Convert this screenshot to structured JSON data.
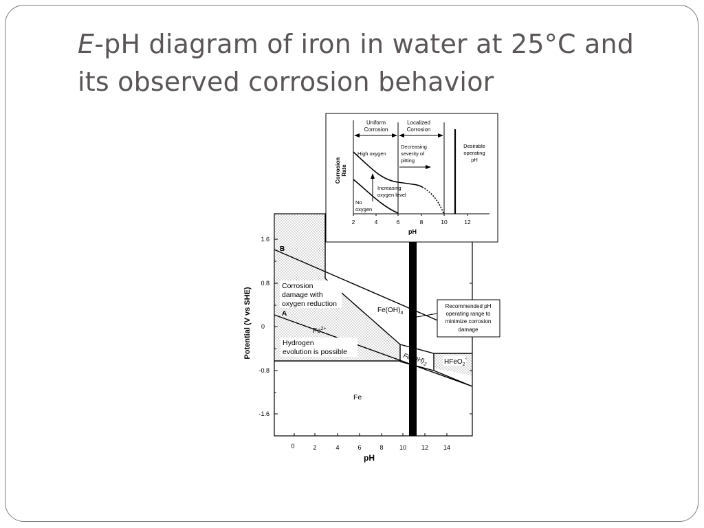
{
  "slide": {
    "title_italic": "E",
    "title_rest": "-pH diagram of iron in water at 25°C and its observed corrosion behavior"
  },
  "diagram": {
    "yaxis_label": "Potential (V vs SHE)",
    "xaxis_label": "pH",
    "y_ticks": [
      "1.6",
      "0.8",
      "0",
      "-0.8",
      "-1.6"
    ],
    "x_ticks": [
      "0",
      "2",
      "4",
      "6",
      "8",
      "10",
      "12",
      "14"
    ],
    "line_b": "B",
    "line_a": "A",
    "region_corrosion": [
      "Corrosion",
      "damage with",
      "oxygen reduction"
    ],
    "region_hydrogen": [
      "Hydrogen",
      "evolution is possible"
    ],
    "fe2_label": "Fe",
    "fe2_sup": "2+",
    "feoh3_label": "Fe(OH)",
    "feoh3_sub": "3",
    "feoh2_label": "Fe(OH)",
    "feoh2_sub": "2",
    "hfeo2_label": "HFeO",
    "hfeo2_sub": "2",
    "hfeo2_sup": "-",
    "fe_label": "Fe",
    "callout": [
      "Recommended pH",
      "operating range to",
      "minimize corrosion",
      "damage"
    ]
  },
  "inset": {
    "xaxis_label": "pH",
    "yaxis_label": [
      "Corrosion",
      "Rate"
    ],
    "x_ticks": [
      "2",
      "4",
      "6",
      "8",
      "10",
      "12"
    ],
    "uniform_label": [
      "Uniform",
      "Corrosion"
    ],
    "localized_label": [
      "Localized",
      "Corrosion"
    ],
    "high_oxygen": "High oxygen",
    "decreasing_pitting": [
      "Decreasing",
      "severity of",
      "pitting"
    ],
    "increasing_oxygen": [
      "Increasing",
      "oxygen level"
    ],
    "no_oxygen": [
      "No",
      "oxygen"
    ],
    "desirable_ph": [
      "Desirable",
      "operating",
      "pH"
    ]
  }
}
